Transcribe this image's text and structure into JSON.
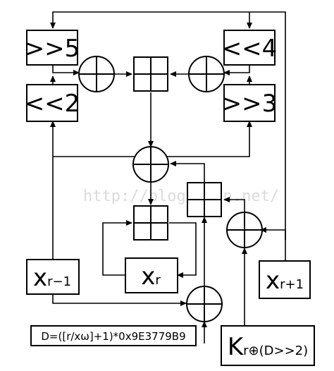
{
  "shift_boxes": {
    "shr5": ">>5",
    "shl4": "<<4",
    "shl2": "<<2",
    "shr3": ">>3"
  },
  "variables": {
    "x_prev": {
      "base": "x",
      "sub": "r−1"
    },
    "x_curr": {
      "base": "x",
      "sub": "r"
    },
    "x_next": {
      "base": "x",
      "sub": "r+1"
    },
    "key": {
      "base": "K",
      "sub": "r⊕(D>>2)"
    }
  },
  "constant_box": "D=([r/xω]+1)*0x9E3779B9",
  "watermark": "http://blog.csdn.net/",
  "operators": {
    "xor_symbol": "⊕",
    "add_symbol": "⊞"
  },
  "colors": {
    "stroke": "#000000",
    "background": "#ffffff",
    "watermark": "#c9c9c9"
  }
}
